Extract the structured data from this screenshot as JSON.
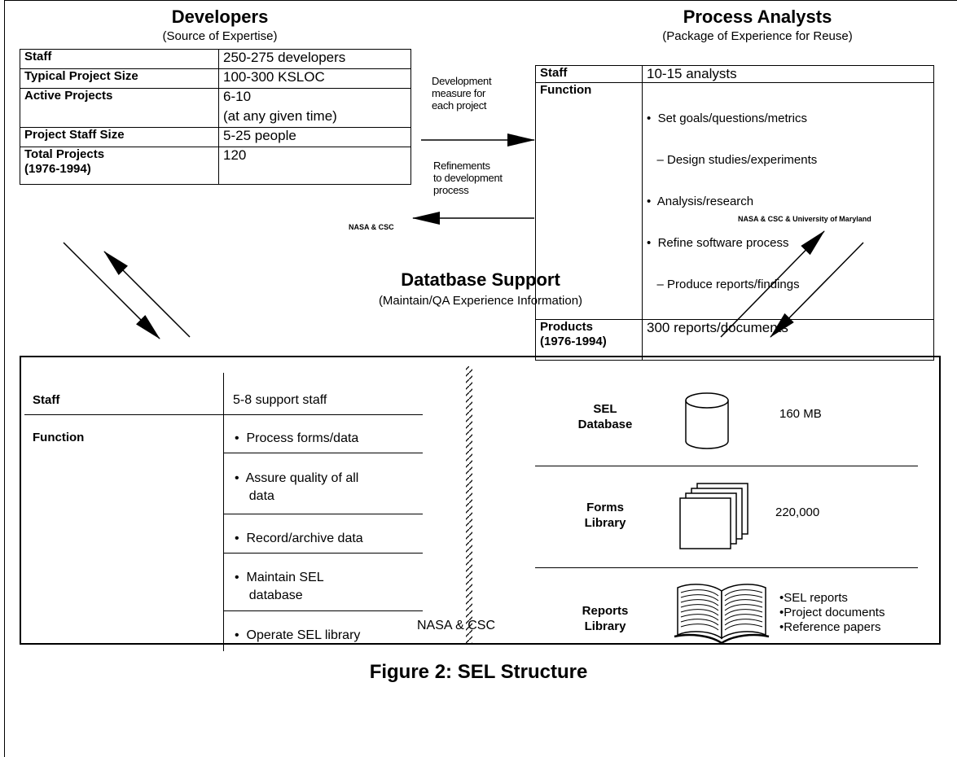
{
  "developers": {
    "title": "Developers",
    "subtitle": "(Source of Expertise)",
    "rows": [
      {
        "key": "Staff",
        "value": "250-275 developers"
      },
      {
        "key": "Typical Project Size",
        "value": "100-300 KSLOC"
      },
      {
        "key": "Active Projects",
        "value": "6-10",
        "value2": "(at any given time)"
      },
      {
        "key": "Project Staff Size",
        "value": "5-25 people"
      },
      {
        "key": "Total Projects",
        "key2": "(1976-1994)",
        "value": "120"
      }
    ],
    "credit": "NASA & CSC"
  },
  "analysts": {
    "title": "Process Analysts",
    "subtitle": "(Package of Experience for Reuse)",
    "staff_key": "Staff",
    "staff_value": "10-15 analysts",
    "function_key": "Function",
    "function_lines": [
      "•  Set goals/questions/metrics",
      "   – Design studies/experiments",
      "•  Analysis/research",
      "•  Refine software process",
      "   – Produce reports/findings"
    ],
    "products_key": "Products",
    "products_key2": "(1976-1994)",
    "products_value": "300 reports/documents",
    "credit": "NASA & CSC & University of Maryland"
  },
  "arrows": {
    "forward_label": [
      "Development",
      "measure for",
      "each project"
    ],
    "back_label": [
      "Refinements",
      "to development",
      "process"
    ]
  },
  "database": {
    "title": "Datatbase Support",
    "subtitle": "(Maintain/QA Experience Information)",
    "staff_key": "Staff",
    "staff_value": "5-8 support staff",
    "function_key": "Function",
    "functions": [
      "•  Process forms/data",
      "•  Assure quality of all",
      "    data",
      "•  Record/archive data",
      "•  Maintain SEL",
      "    database",
      "•  Operate SEL library"
    ],
    "libraries": [
      {
        "label1": "SEL",
        "label2": "Database",
        "value": "160 MB",
        "icon": "database-cylinder-icon"
      },
      {
        "label1": "Forms",
        "label2": "Library",
        "value": "220,000",
        "icon": "stacked-forms-icon"
      },
      {
        "label1": "Reports",
        "label2": "Library",
        "icon": "open-book-icon",
        "items": [
          "•SEL reports",
          "•Project documents",
          "•Reference papers"
        ]
      }
    ],
    "credit": "NASA & CSC"
  },
  "figure_caption": "Figure 2:  SEL Structure"
}
